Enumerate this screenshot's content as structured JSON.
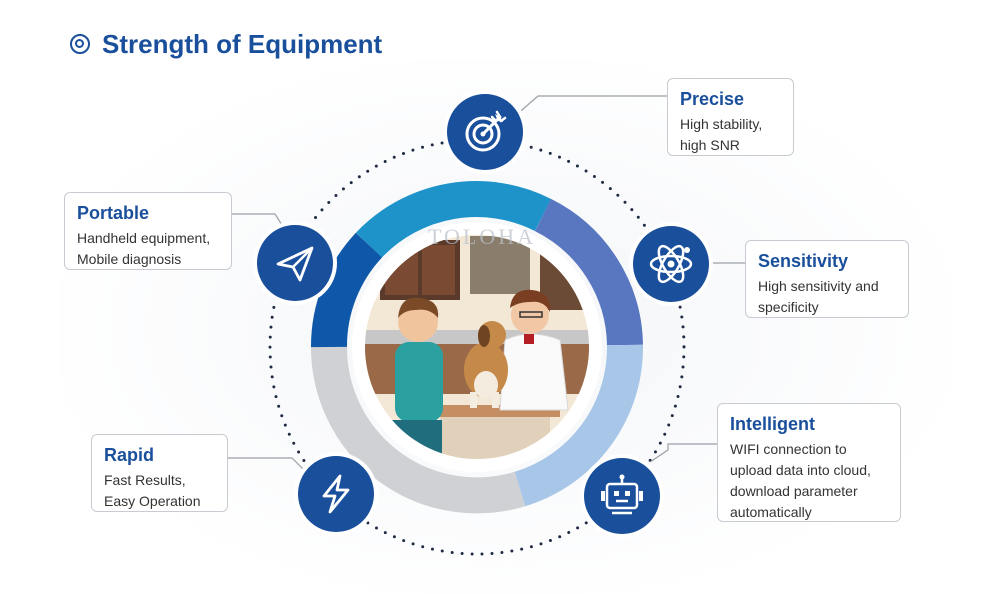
{
  "title": "Strength of Equipment",
  "colors": {
    "brand": "#1a4f9c",
    "ring_top": "#1d93c9",
    "ring_right": "#5877c0",
    "ring_left": "#0f57a8",
    "ring_lower_right": "#a7c6e8",
    "ring_gray": "#d0d1d4"
  },
  "illustration": {
    "description_icon": "veterinarian-with-dog-illustration",
    "watermark": "TOLOHA"
  },
  "features": [
    {
      "id": "precise",
      "icon": "target-icon",
      "heading": "Precise",
      "text": "High stability,\nhigh SNR"
    },
    {
      "id": "sensitivity",
      "icon": "atom-icon",
      "heading": "Sensitivity",
      "text": "High sensitivity and\nspecificity"
    },
    {
      "id": "intelligent",
      "icon": "robot-icon",
      "heading": "Intelligent",
      "text": "WIFI connection to\nupload data into cloud,\ndownload parameter\nautomatically"
    },
    {
      "id": "rapid",
      "icon": "lightning-icon",
      "heading": "Rapid",
      "text": "Fast Results,\nEasy Operation"
    },
    {
      "id": "portable",
      "icon": "paper-plane-icon",
      "heading": "Portable",
      "text": "Handheld equipment,\nMobile diagnosis"
    }
  ]
}
